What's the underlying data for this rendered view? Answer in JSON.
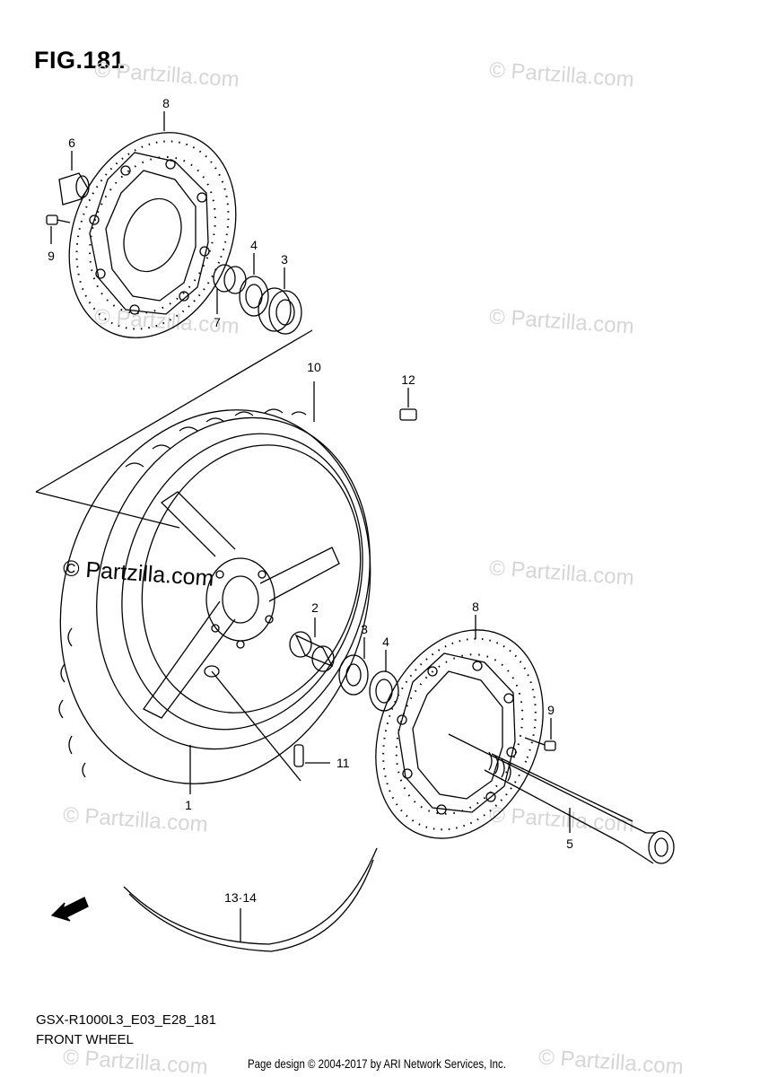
{
  "figure_title": "FIG.181",
  "watermark_text": "© Partzilla.com",
  "model_code": "GSX-R1000L3_E03_E28_181",
  "diagram_name": "FRONT WHEEL",
  "footer": "Page design © 2004-2017 by ARI Network Services, Inc.",
  "fwd_label": "FWD",
  "callouts": {
    "c1": "1",
    "c2": "2",
    "c3a": "3",
    "c3b": "3",
    "c4a": "4",
    "c4b": "4",
    "c5": "5",
    "c6": "6",
    "c7": "7",
    "c8a": "8",
    "c8b": "8",
    "c9a": "9",
    "c9b": "9",
    "c10": "10",
    "c11": "11",
    "c12": "12",
    "c13_14": "13·14"
  }
}
